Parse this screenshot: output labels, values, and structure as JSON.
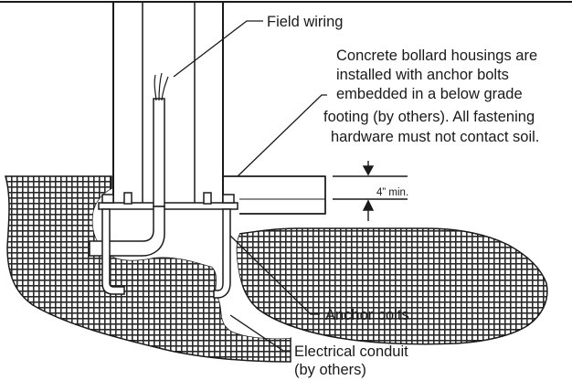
{
  "labels": {
    "field_wiring": "Field wiring",
    "note_line1": "Concrete bollard housings are",
    "note_line2": "installed with anchor bolts",
    "note_line3": "embedded in a below grade",
    "note_line4": "footing (by others). All fastening",
    "note_line5": "hardware must not contact soil.",
    "dimension": "4” min.",
    "anchor_bolts": "Anchor bolts",
    "conduit_line1": "Electrical conduit",
    "conduit_line2": "(by others)"
  },
  "colors": {
    "ink": "#1a1a1a",
    "soil_hatch": "#2a2a2a",
    "background": "#ffffff"
  }
}
